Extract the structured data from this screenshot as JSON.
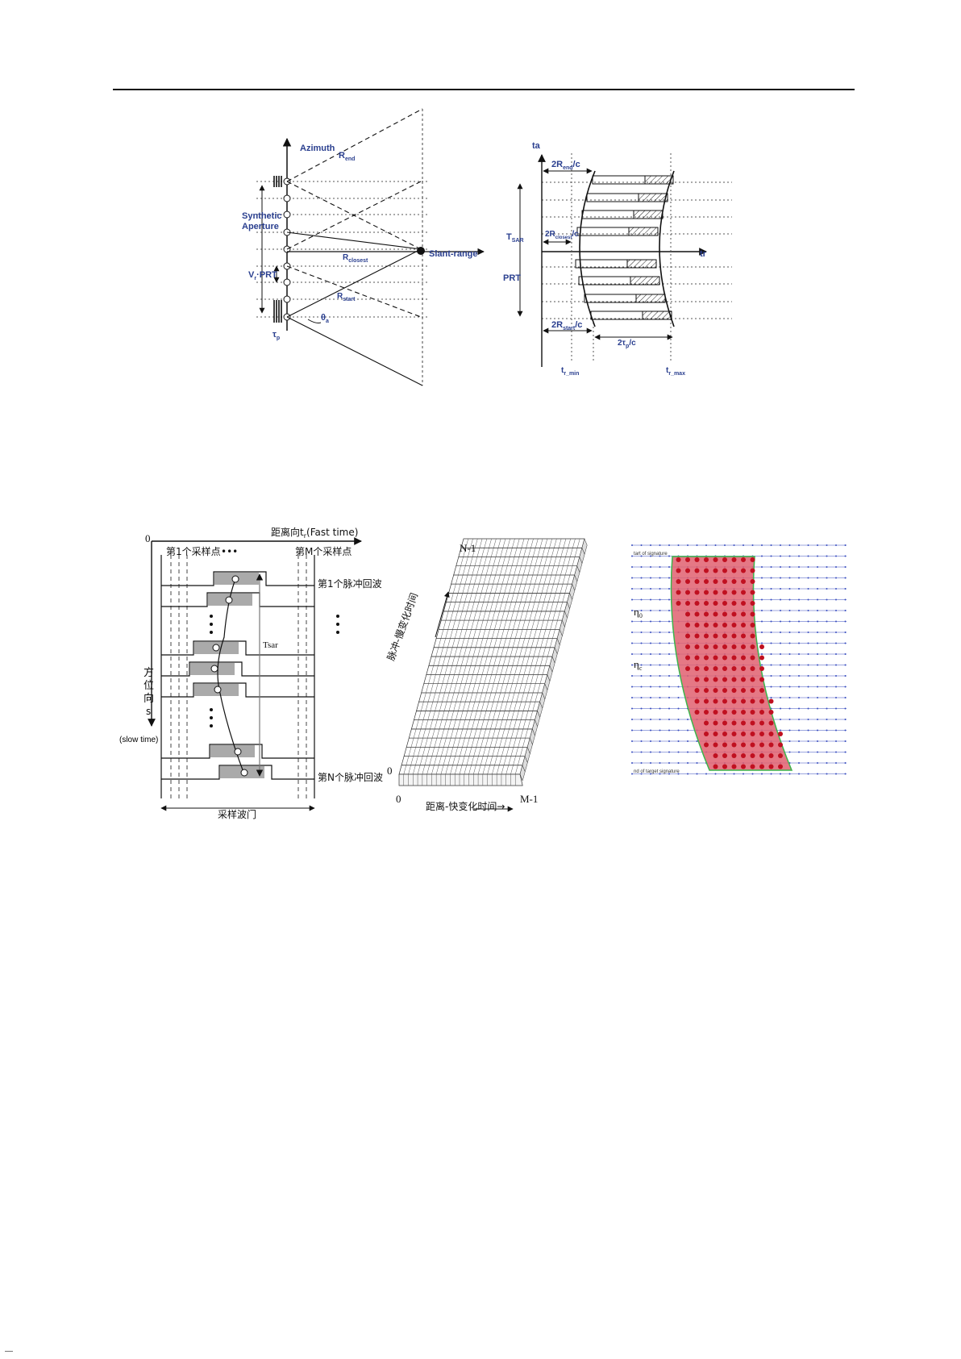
{
  "figure_top_left": {
    "azimuth": "Azimuth",
    "r_end": "R",
    "r_end_sub": "end",
    "synthetic_line1": "Synthetic",
    "synthetic_line2": "Aperture",
    "vr_prt": "V",
    "vr_prt_sub": "r",
    "vr_prt_tail": "·PRT",
    "r_closest": "R",
    "r_closest_sub": "closest",
    "slant_range": "Slant-range",
    "r_start": "R",
    "r_start_sub": "start",
    "theta": "θ",
    "theta_sub": "a",
    "tau": "τ",
    "tau_sub": "p"
  },
  "figure_top_right": {
    "ta": "ta",
    "tr": "tr",
    "two_r_end": "2R",
    "two_r_end_sub": "end",
    "two_r_end_tail": "/c",
    "t_sar": "T",
    "t_sar_sub": "SAR",
    "two_r_closest": "2R",
    "two_r_closest_sub": "closest",
    "two_r_closest_tail": "/c",
    "prt": "PRT",
    "two_r_start": "2R",
    "two_r_start_sub": "start",
    "two_r_start_tail": "/c",
    "two_tau": "2τ",
    "two_tau_sub": "p",
    "two_tau_tail": "/c",
    "tr_min": "t",
    "tr_min_sub": "r_min",
    "tr_max": "t",
    "tr_max_sub": "r_max"
  },
  "figure_bottom_left": {
    "origin": "0",
    "range_axis": "距离向t",
    "range_axis_sub": "r",
    "range_axis_tail": "(Fast time)",
    "first_sample": "第1个采样点",
    "dots": "•••",
    "mth_sample": "第M个采样点",
    "first_echo": "第1个脉冲回波",
    "tsar": "Tsar",
    "azimuth_chars": [
      "方",
      "位",
      "向"
    ],
    "s_label": "s",
    "slow_time": "(slow time)",
    "nth_echo": "第N个脉冲回波",
    "gate": "采样波门"
  },
  "figure_bottom_middle": {
    "n_minus_1": "N-1",
    "zero_left": "0",
    "zero_bottom": "0",
    "m_minus_1": "M-1",
    "pulse_axis": "脉冲-慢变化时间",
    "range_axis": "距离-快变化时间→"
  },
  "figure_bottom_right": {
    "start_label": "tart of signature",
    "end_label": "nd of target signature",
    "eta_upper": "η",
    "eta_upper_sub": "0",
    "eta_lower": "η",
    "eta_lower_sub": "c"
  },
  "colors": {
    "label_blue": "#2a3f8f",
    "fill_red": "#e06070",
    "dot_red": "#c01020",
    "grid_blue": "#3a4fc0",
    "boundary_green": "#3cb44b"
  }
}
